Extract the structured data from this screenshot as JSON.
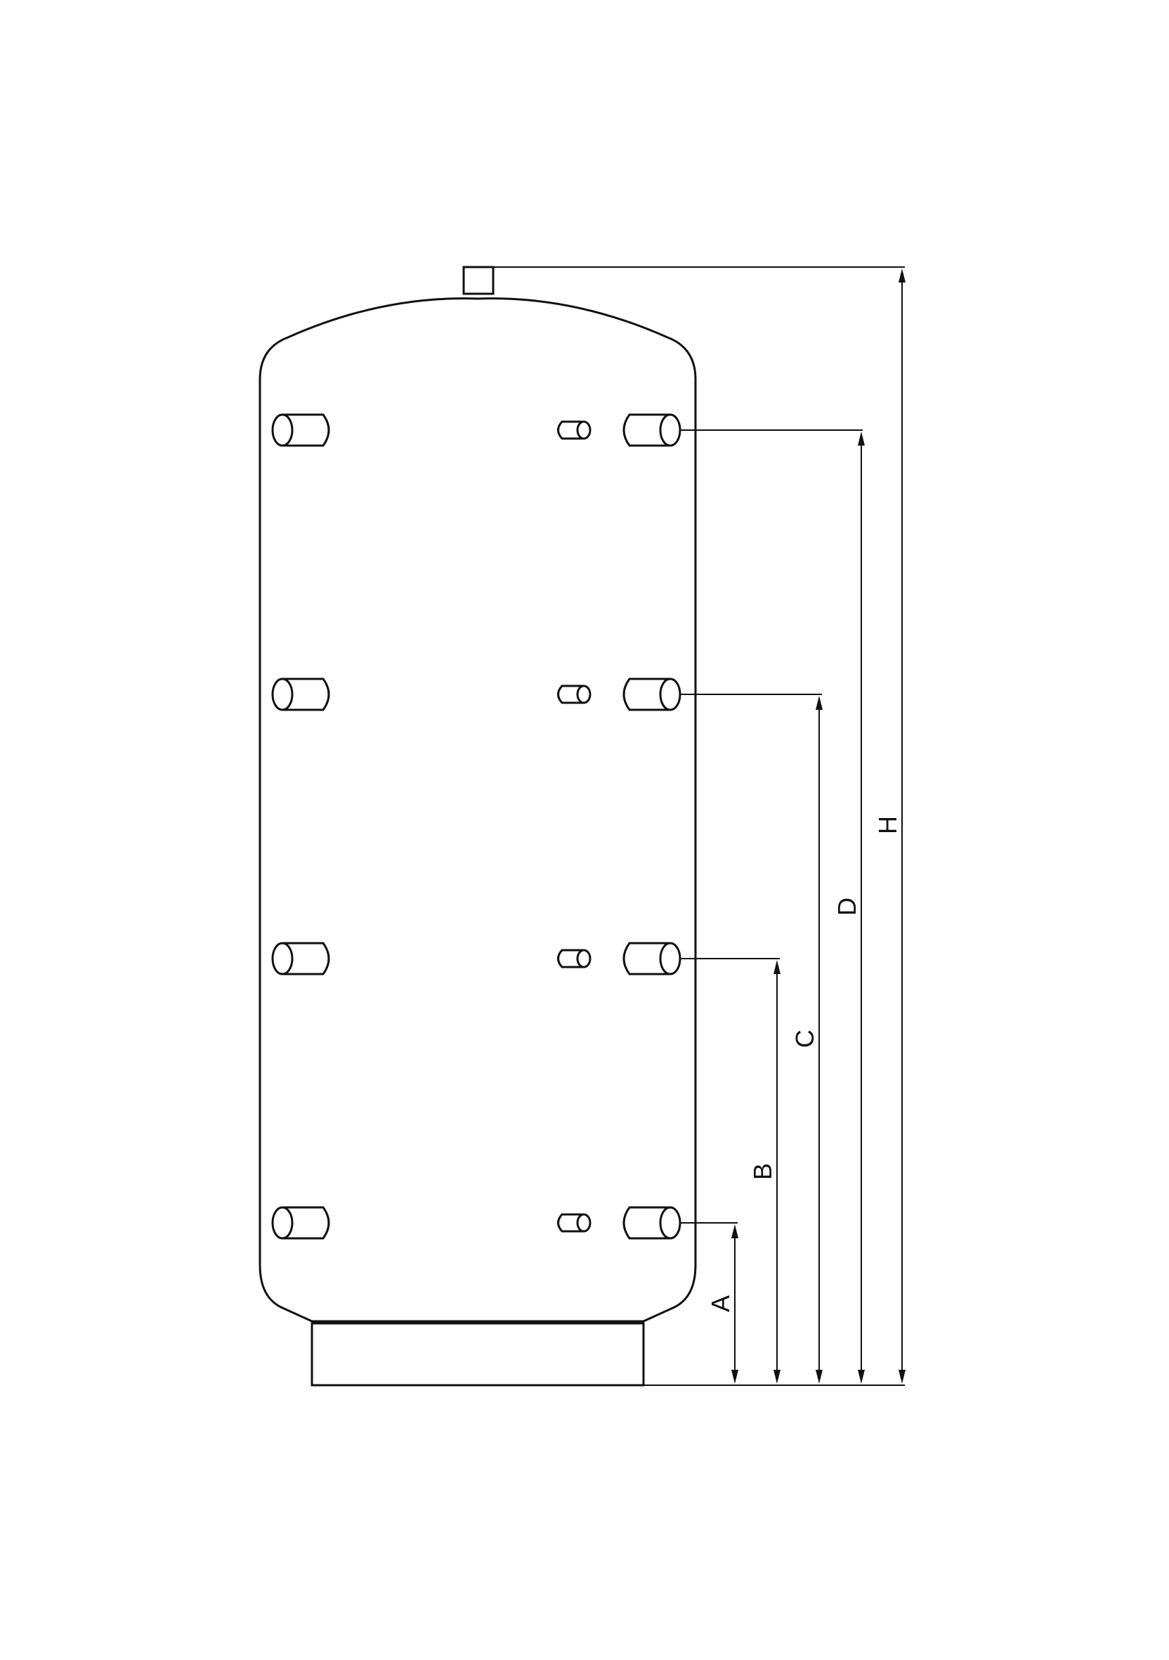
{
  "dimensions": {
    "labels": [
      "A",
      "B",
      "C",
      "D",
      "H"
    ]
  },
  "colors": {
    "line": "#111111",
    "background": "#ffffff"
  }
}
